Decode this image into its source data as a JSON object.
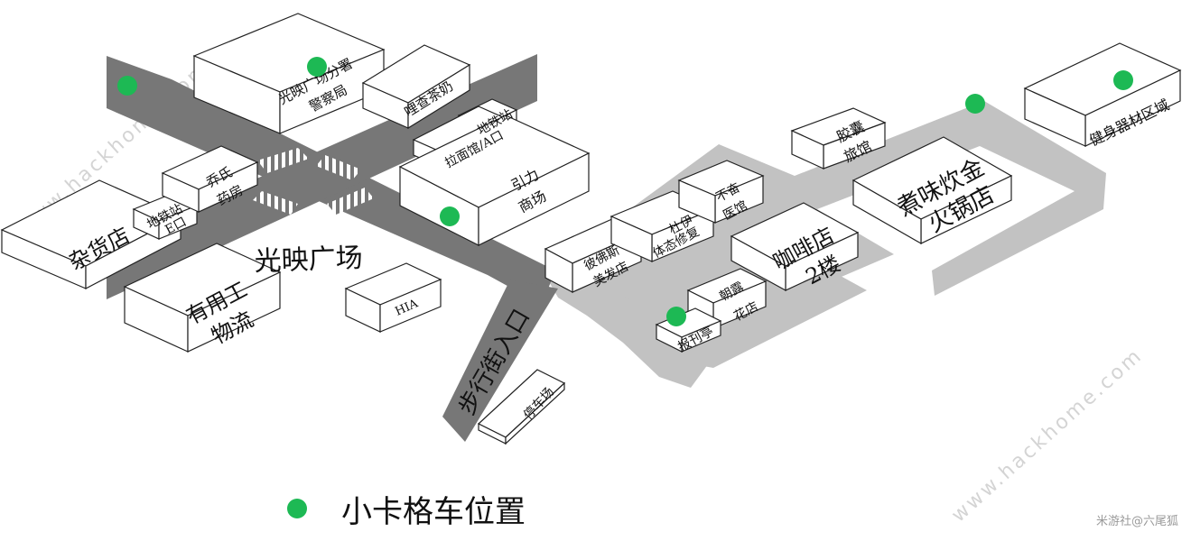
{
  "colors": {
    "main_road": "#777777",
    "walkway": "#c2c2c2",
    "marker": "#1db954"
  },
  "labels": {
    "square": "光映广场",
    "pedestrian": "步行街入口",
    "grocery": "杂货店",
    "metro_e": "地铁站",
    "metro_e_exit": "E口",
    "pharmacy_1": "乔氏",
    "pharmacy_2": "药房",
    "police_1": "光映广场分署",
    "police_2": "警察局",
    "teashop": "哩查茶奶",
    "metro_a": "地铁站",
    "noodle": "拉面馆/A口",
    "mall_1": "引力",
    "mall_2": "商场",
    "logistics_1": "有用工",
    "logistics_2": "物流",
    "hia": "HIA",
    "barber_1": "彼佛斯",
    "barber_2": "美发店",
    "body_1": "杜伊",
    "body_2": "体态修复",
    "clinic_1": "不奋",
    "clinic_2": "医馆",
    "capsule_1": "胶囊",
    "capsule_2": "旅馆",
    "cafe_1": "咖啡店",
    "cafe_2": "2楼",
    "hotpot_1": "煮味炊金",
    "hotpot_2": "火锅店",
    "gym": "健身器材区域",
    "flower_1": "朝露",
    "flower_2": "花店",
    "newsstand": "报刊亭",
    "parking": "停车场"
  },
  "watermarks": [
    "www.hackhome.com",
    "www.hackhome.com"
  ],
  "legend": {
    "label": "小卡格车位置"
  },
  "credit": "米游社@六尾狐",
  "markers": [
    {
      "name": "marker-grocery-road"
    },
    {
      "name": "marker-police"
    },
    {
      "name": "marker-mall"
    },
    {
      "name": "marker-walkway-top"
    },
    {
      "name": "marker-gym"
    },
    {
      "name": "marker-newsstand"
    }
  ]
}
